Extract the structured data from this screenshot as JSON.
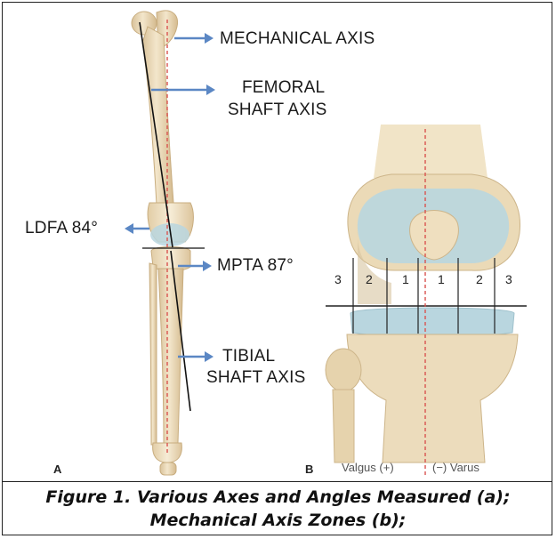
{
  "panel_a": {
    "letter": "A",
    "labels": {
      "mechanical_axis": "MECHANICAL AXIS",
      "femoral_line1": "FEMORAL",
      "femoral_line2": "SHAFT AXIS",
      "ldfa": "LDFA 84°",
      "mpta": "MPTA 87°",
      "tibial_line1": "TIBIAL",
      "tibial_line2": "SHAFT AXIS"
    }
  },
  "panel_b": {
    "letter": "B",
    "zones_left": [
      "3",
      "2",
      "1"
    ],
    "zones_right": [
      "1",
      "2",
      "3"
    ],
    "valgus_label": "Valgus (+)",
    "varus_label": "(−) Varus"
  },
  "caption": {
    "line1": "Figure 1. Various Axes and Angles Measured (a);",
    "line2": "Mechanical Axis Zones (b);"
  },
  "colors": {
    "arrow": "#5b87c4",
    "mechanical_axis": "#d9534f",
    "bone": "#ecdcbc",
    "cartilage": "#b9d6df"
  }
}
